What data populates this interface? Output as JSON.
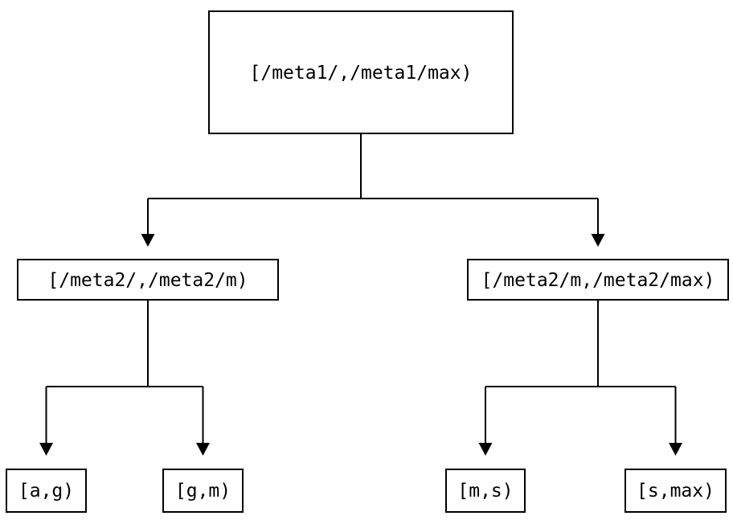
{
  "diagram": {
    "type": "tree",
    "background_color": "#ffffff",
    "line_color": "#000000",
    "text_color": "#000000",
    "nodes": {
      "root": {
        "label": "[/meta1/,/meta1/max)",
        "children": [
          "meta2_low",
          "meta2_high"
        ]
      },
      "meta2_low": {
        "label": "[/meta2/,/meta2/m)",
        "children": [
          "leaf_ag",
          "leaf_gm"
        ]
      },
      "meta2_high": {
        "label": "[/meta2/m,/meta2/max)",
        "children": [
          "leaf_ms",
          "leaf_smax"
        ]
      },
      "leaf_ag": {
        "label": "[a,g)",
        "children": []
      },
      "leaf_gm": {
        "label": "[g,m)",
        "children": []
      },
      "leaf_ms": {
        "label": "[m,s)",
        "children": []
      },
      "leaf_smax": {
        "label": "[s,max)",
        "children": []
      }
    }
  }
}
